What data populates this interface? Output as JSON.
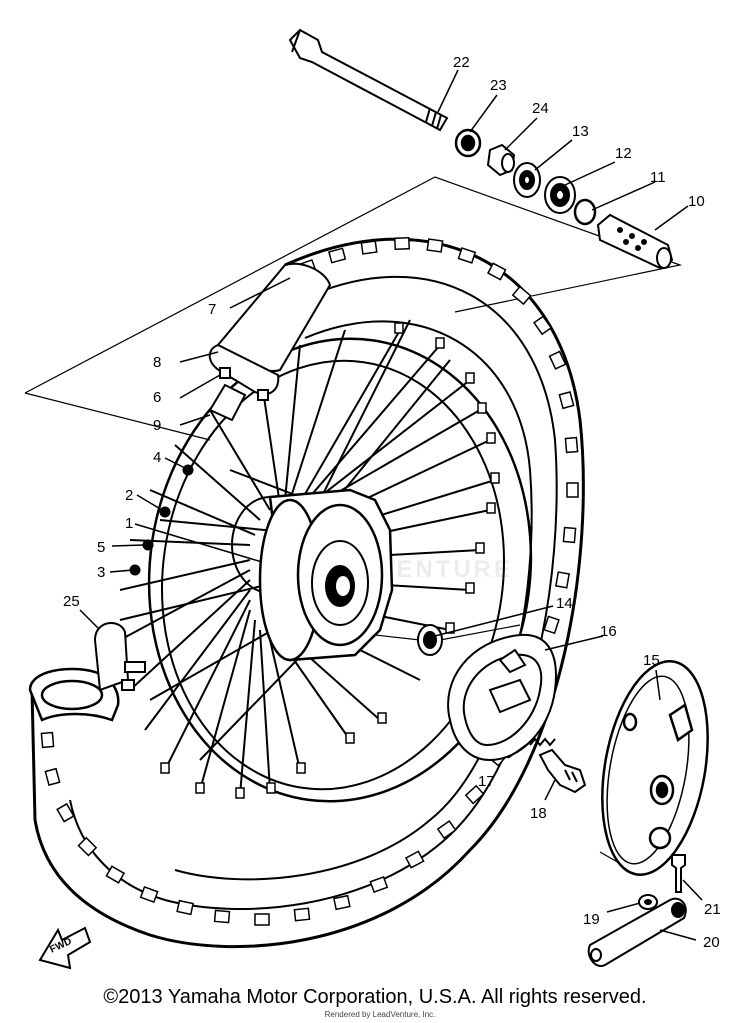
{
  "copyright": "©2013 Yamaha Motor Corporation, U.S.A. All rights reserved.",
  "credit": "Rendered by LeadVenture, Inc.",
  "watermark": "LEADVENTURE",
  "fwd_label": "FWD",
  "callouts": {
    "p1": "1",
    "p2": "2",
    "p3": "3",
    "p4": "4",
    "p5": "5",
    "p6": "6",
    "p7": "7",
    "p8": "8",
    "p9": "9",
    "p10": "10",
    "p11": "11",
    "p12": "12",
    "p13": "13",
    "p14": "14",
    "p15": "15",
    "p16": "16",
    "p17": "17",
    "p18": "18",
    "p19": "19",
    "p20": "20",
    "p21": "21",
    "p22": "22",
    "p23": "23",
    "p24": "24",
    "p25": "25"
  }
}
